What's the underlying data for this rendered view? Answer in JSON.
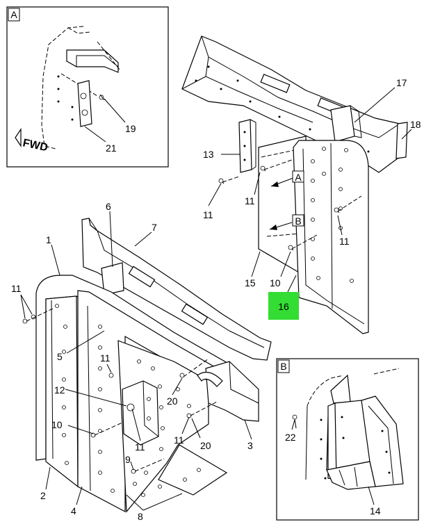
{
  "detail_views": {
    "a": {
      "label": "A"
    },
    "b": {
      "label": "B"
    }
  },
  "orientation": {
    "fwd_text": "FWD"
  },
  "view_refs": {
    "a": "A",
    "b": "B"
  },
  "callouts": {
    "c1": "1",
    "c2": "2",
    "c3": "3",
    "c4": "4",
    "c5": "5",
    "c6": "6",
    "c7": "7",
    "c8": "8",
    "c9": "9",
    "c10a": "10",
    "c10b": "10",
    "c11a": "11",
    "c11b": "11",
    "c11c": "11",
    "c11d": "11",
    "c11e": "11",
    "c11f": "11",
    "c11g": "11",
    "c12": "12",
    "c13": "13",
    "c14": "14",
    "c15": "15",
    "c16": "16",
    "c17": "17",
    "c18": "18",
    "c19": "19",
    "c20a": "20",
    "c20b": "20",
    "c21": "21",
    "c22": "22"
  },
  "highlight": {
    "callout": "16",
    "color": "#33dd33"
  }
}
